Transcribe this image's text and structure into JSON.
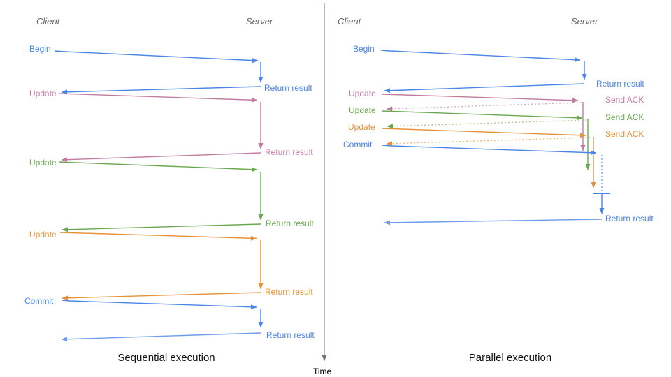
{
  "left_panel": {
    "client_label": "Client",
    "server_label": "Server",
    "caption": "Sequential execution",
    "messages": [
      {
        "request": "Begin",
        "response": "Return result",
        "color": "#4a86e8"
      },
      {
        "request": "Update",
        "response": "Return result",
        "color": "#c27ba0"
      },
      {
        "request": "Update",
        "response": "Return result",
        "color": "#6aa84f"
      },
      {
        "request": "Update",
        "response": "Return result",
        "color": "#e69138"
      },
      {
        "request": "Commit",
        "response": "Return result",
        "color": "#4a86e8"
      }
    ]
  },
  "right_panel": {
    "client_label": "Client",
    "server_label": "Server",
    "caption": "Parallel execution",
    "messages": [
      {
        "request": "Begin",
        "response": "Return result",
        "color": "#4a86e8"
      },
      {
        "request": "Update",
        "response": "Send ACK",
        "color": "#c27ba0"
      },
      {
        "request": "Update",
        "response": "Send ACK",
        "color": "#6aa84f"
      },
      {
        "request": "Update",
        "response": "Send ACK",
        "color": "#e69138"
      },
      {
        "request": "Commit",
        "response": "Return result",
        "color": "#4a86e8"
      }
    ]
  },
  "timeline": {
    "label": "Time"
  },
  "colors": {
    "blue": "#4a86e8",
    "light-blue": "#6d9eeb",
    "pink": "#c27ba0",
    "green": "#6aa84f",
    "orange": "#e69138",
    "pink-light": "#d5a6bd",
    "green-light": "#a2c98b",
    "orange-light": "#f6b26b",
    "divider": "#777777",
    "header": "#666666",
    "caption": "#111111"
  }
}
